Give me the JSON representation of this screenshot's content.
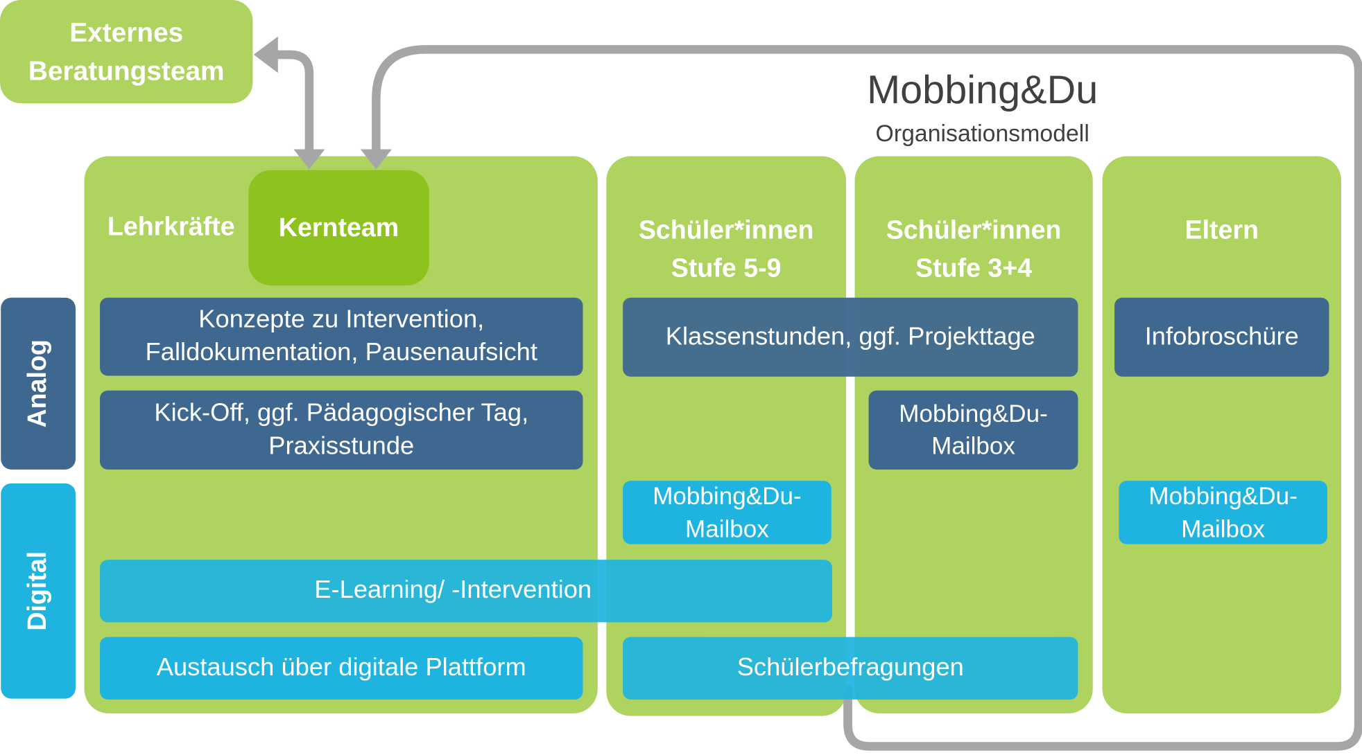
{
  "title": "Mobbing&Du",
  "subtitle": "Organisationsmodell",
  "external_team": "Externes\nBeratungsteam",
  "side_labels": {
    "analog": "Analog",
    "digital": "Digital"
  },
  "columns": {
    "teachers": {
      "label": "Lehrkräfte",
      "core_team": "Kernteam"
    },
    "students_5_9": {
      "label": "Schüler*innen\nStufe 5-9"
    },
    "students_3_4": {
      "label": "Schüler*innen\nStufe 3+4"
    },
    "parents": {
      "label": "Eltern"
    }
  },
  "analog_items": {
    "concepts": "Konzepte zu Intervention,\nFalldokumentation, Pausenaufsicht",
    "kickoff": "Kick-Off, ggf. Pädagogischer Tag,\nPraxisstunde",
    "class_lessons": "Klassenstunden, ggf. Projekttage",
    "mailbox_3_4": "Mobbing&Du-\nMailbox",
    "brochure": "Infobroschüre"
  },
  "digital_items": {
    "mailbox_5_9": "Mobbing&Du-\nMailbox",
    "mailbox_parents": "Mobbing&Du-\nMailbox",
    "elearning": "E-Learning/ -Intervention",
    "platform": "Austausch über digitale Plattform",
    "surveys": "Schülerbefragungen"
  },
  "colors": {
    "column_green": "#afd35f",
    "core_green": "#8dc21f",
    "analog_blue": "#3f6890",
    "digital_cyan": "#1fb4e0",
    "arrow_gray": "#a6a6a6",
    "title_text": "#404040"
  }
}
